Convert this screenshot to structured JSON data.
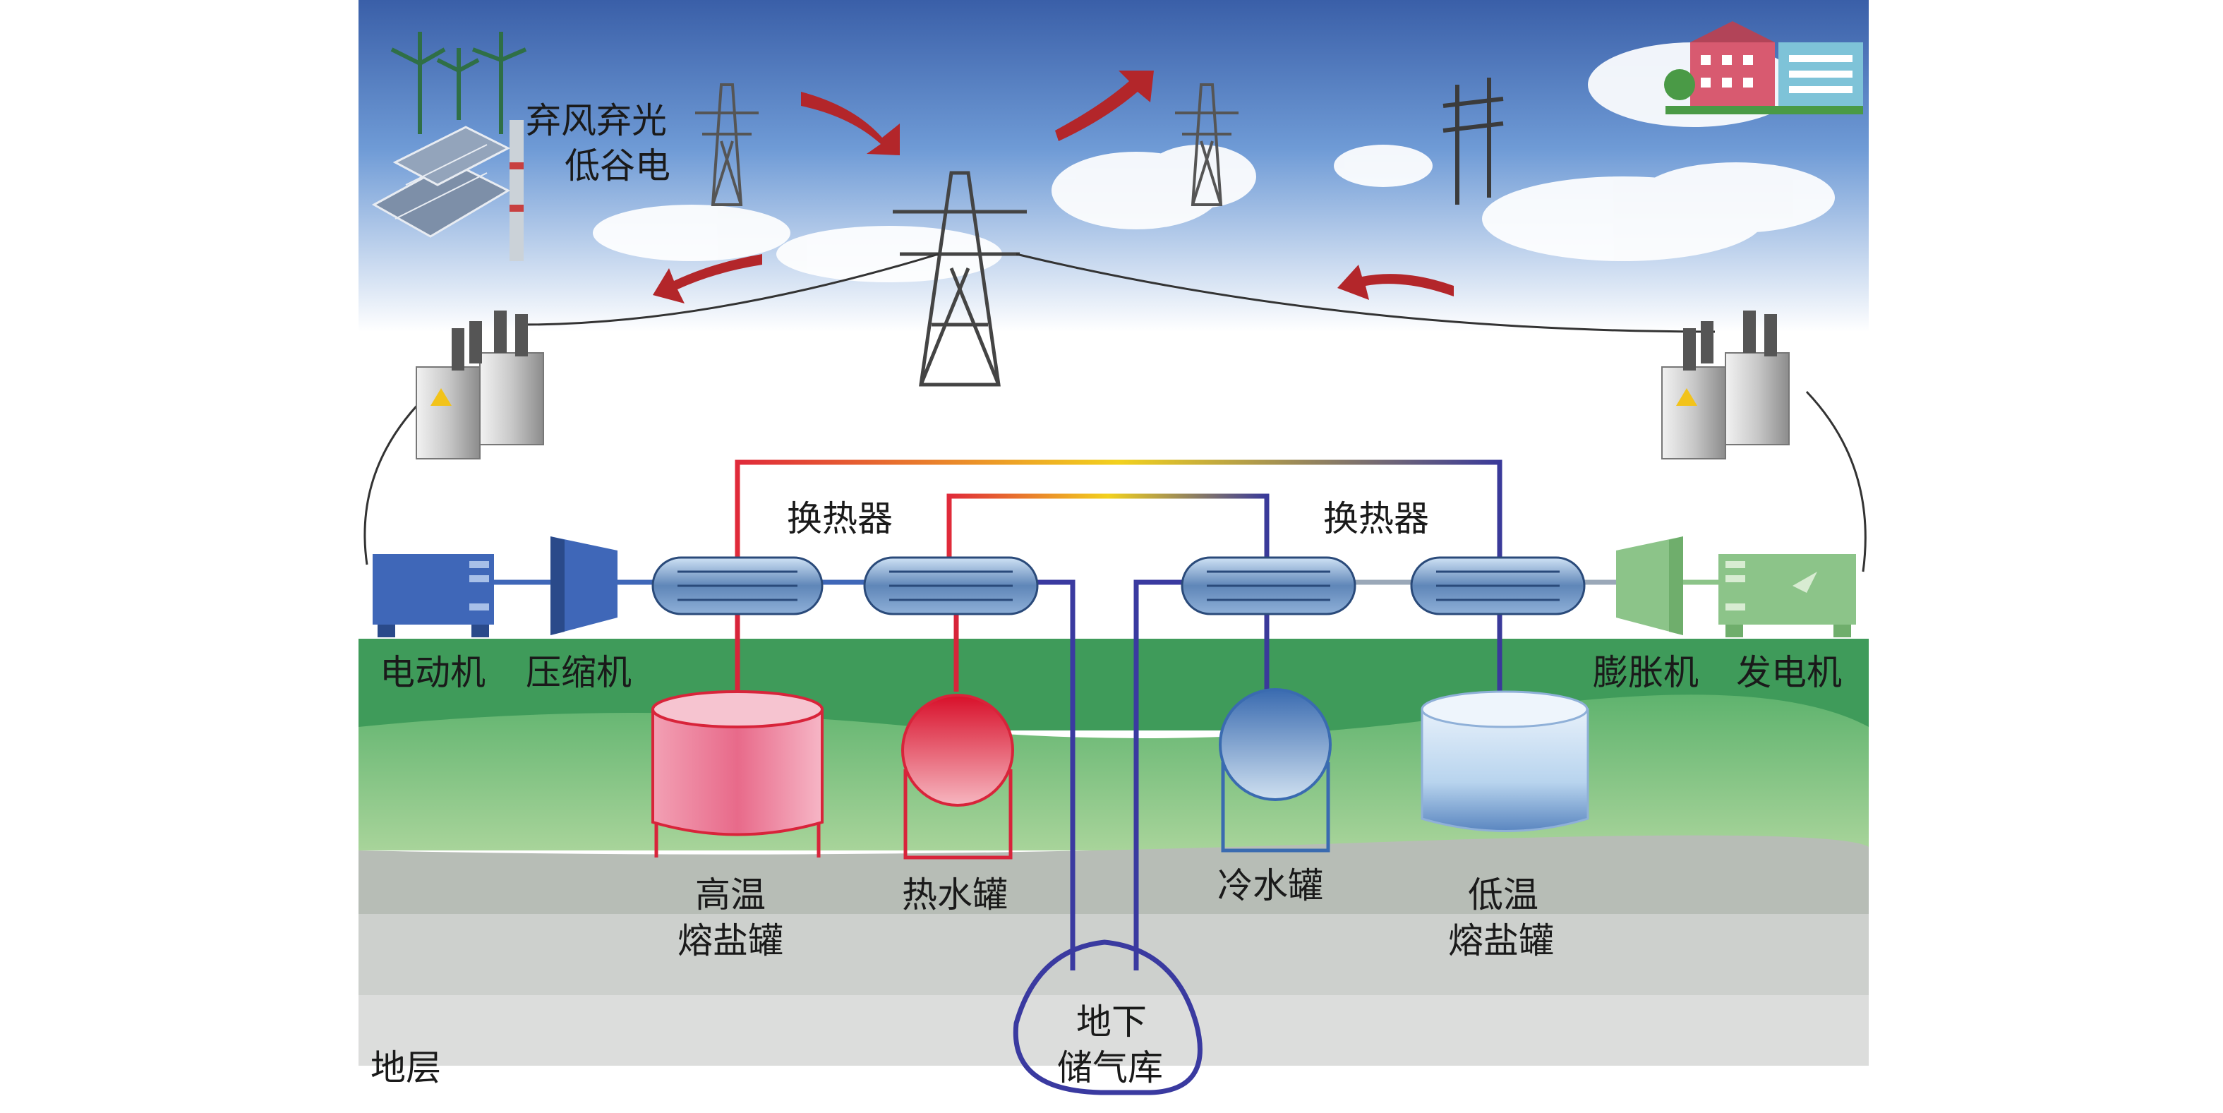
{
  "labels": {
    "sky_note_line1": "弃风弃光",
    "sky_note_line2": "低谷电",
    "heat_exchanger_left": "换热器",
    "heat_exchanger_right": "换热器",
    "motor": "电动机",
    "compressor": "压缩机",
    "expander": "膨胀机",
    "generator": "发电机",
    "hot_salt_tank_line1": "高温",
    "hot_salt_tank_line2": "熔盐罐",
    "hot_water_tank": "热水罐",
    "cold_water_tank": "冷水罐",
    "cold_salt_tank_line1": "低温",
    "cold_salt_tank_line2": "熔盐罐",
    "cavern_line1": "地下",
    "cavern_line2": "储气库",
    "strata": "地层"
  },
  "colors": {
    "sky_top": "#3a5fa8",
    "grass": "#3f9b5a",
    "hot": "#e03040",
    "cold": "#3a3a9a",
    "equipment_blue": "#3f67b8",
    "equipment_green": "#8cc489"
  }
}
